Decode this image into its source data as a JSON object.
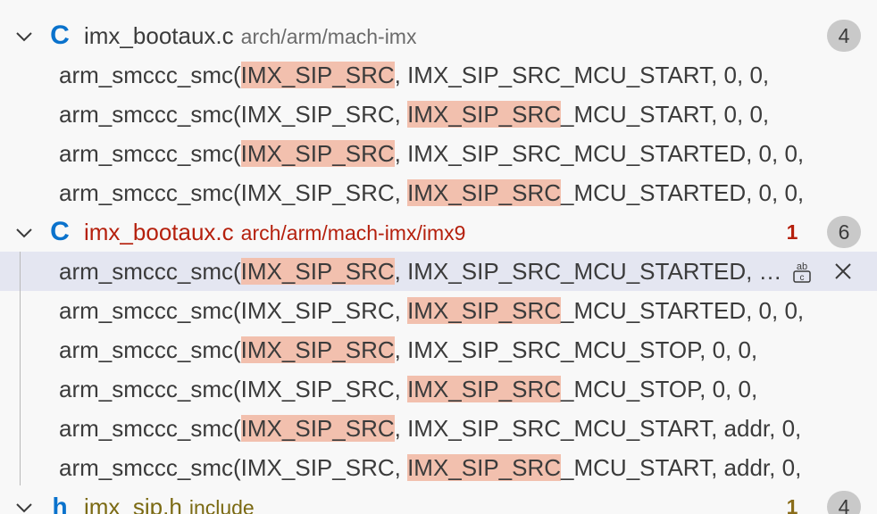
{
  "groups": [
    {
      "file_icon": "C",
      "file_name": "imx_bootaux.c",
      "path": "arch/arm/mach-imx",
      "problem_count": "",
      "match_count": "4",
      "matches": [
        {
          "pre": "arm_smccc_smc(",
          "hl": "IMX_SIP_SRC",
          "post": ", IMX_SIP_SRC_MCU_START, 0, 0,"
        },
        {
          "pre": "arm_smccc_smc(IMX_SIP_SRC, ",
          "hl": "IMX_SIP_SRC",
          "post": "_MCU_START, 0, 0,"
        },
        {
          "pre": "arm_smccc_smc(",
          "hl": "IMX_SIP_SRC",
          "post": ", IMX_SIP_SRC_MCU_STARTED, 0, 0,"
        },
        {
          "pre": "arm_smccc_smc(IMX_SIP_SRC, ",
          "hl": "IMX_SIP_SRC",
          "post": "_MCU_STARTED, 0, 0,"
        }
      ]
    },
    {
      "file_icon": "C",
      "file_name": "imx_bootaux.c",
      "path": "arch/arm/mach-imx/imx9",
      "problem_count": "1",
      "match_count": "6",
      "matches": [
        {
          "pre": "arm_smccc_smc(",
          "hl": "IMX_SIP_SRC",
          "post": ", IMX_SIP_SRC_MCU_STARTED, …"
        },
        {
          "pre": "arm_smccc_smc(IMX_SIP_SRC, ",
          "hl": "IMX_SIP_SRC",
          "post": "_MCU_STARTED, 0, 0,"
        },
        {
          "pre": "arm_smccc_smc(",
          "hl": "IMX_SIP_SRC",
          "post": ", IMX_SIP_SRC_MCU_STOP, 0, 0,"
        },
        {
          "pre": "arm_smccc_smc(IMX_SIP_SRC, ",
          "hl": "IMX_SIP_SRC",
          "post": "_MCU_STOP, 0, 0,"
        },
        {
          "pre": "arm_smccc_smc(",
          "hl": "IMX_SIP_SRC",
          "post": ", IMX_SIP_SRC_MCU_START, addr, 0,"
        },
        {
          "pre": "arm_smccc_smc(IMX_SIP_SRC, ",
          "hl": "IMX_SIP_SRC",
          "post": "_MCU_START, addr, 0,"
        }
      ]
    },
    {
      "file_icon": "h",
      "file_name": "imx_sip.h",
      "path": "include",
      "problem_count": "1",
      "match_count": "4"
    }
  ],
  "icons": {
    "chevron": "chevron-down-icon",
    "replace": "replace-icon",
    "dismiss": "close-icon"
  },
  "colors": {
    "highlight": "#f2c0ae",
    "selected_row": "#e4e6f1",
    "error": "#b5200d",
    "c_icon": "#0a72cc"
  }
}
